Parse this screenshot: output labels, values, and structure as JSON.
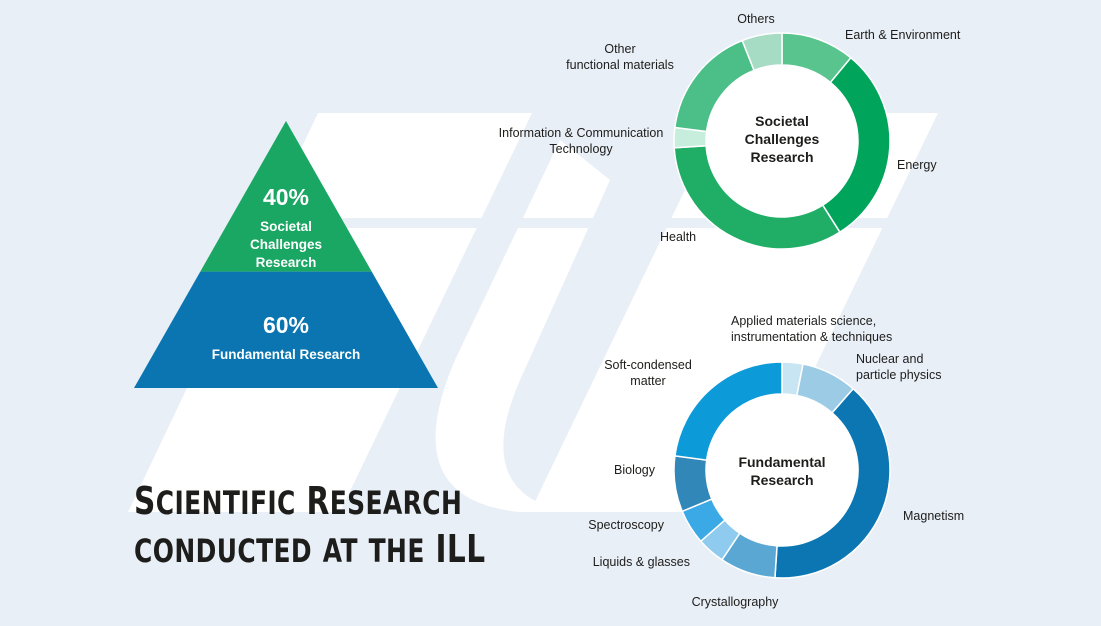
{
  "title": {
    "line1": "Scientific Research",
    "line2": "conducted at the ILL"
  },
  "colors": {
    "background": "#e9eff7",
    "stripe": "#ffffff",
    "societal": "#1aa663",
    "fundamental": "#0a75b0"
  },
  "chart_data": [
    {
      "type": "pie",
      "variant": "pyramid",
      "segments": [
        {
          "pct_label": "40%",
          "label": "Societal Challenges Research",
          "value": 40,
          "color": "#1aa663"
        },
        {
          "pct_label": "60%",
          "label": "Fundamental Research",
          "value": 60,
          "color": "#0a75b0"
        }
      ]
    },
    {
      "type": "pie",
      "variant": "donut",
      "title": "Societal Challenges Research",
      "slices": [
        {
          "label": "Earth & Environment",
          "value": 11,
          "color": "#59c48d"
        },
        {
          "label": "Energy",
          "value": 30,
          "color": "#00a45a"
        },
        {
          "label": "Health",
          "value": 33,
          "color": "#20ad66"
        },
        {
          "label": "Information & Communication Technology",
          "value": 3,
          "color": "#c7eddc"
        },
        {
          "label": "Other functional materials",
          "value": 17,
          "color": "#4cbf89"
        },
        {
          "label": "Others",
          "value": 6,
          "color": "#a7dcc4"
        }
      ]
    },
    {
      "type": "pie",
      "variant": "donut",
      "title": "Fundamental Research",
      "slices": [
        {
          "label": "Applied materials science, instrumentation & techniques",
          "value": 3,
          "color": "#c8e5f4"
        },
        {
          "label": "Nuclear and particle physics",
          "value": 8,
          "color": "#9ccbe6"
        },
        {
          "label": "Magnetism",
          "value": 38,
          "color": "#0b76b2"
        },
        {
          "label": "Crystallography",
          "value": 8,
          "color": "#5ba7d3"
        },
        {
          "label": "Liquids & glasses",
          "value": 4,
          "color": "#8fcbef"
        },
        {
          "label": "Spectroscopy",
          "value": 5,
          "color": "#3aa9e6"
        },
        {
          "label": "Biology",
          "value": 8,
          "color": "#3287b9"
        },
        {
          "label": "Soft-condensed matter",
          "value": 22,
          "color": "#0d9ad9"
        }
      ]
    }
  ]
}
